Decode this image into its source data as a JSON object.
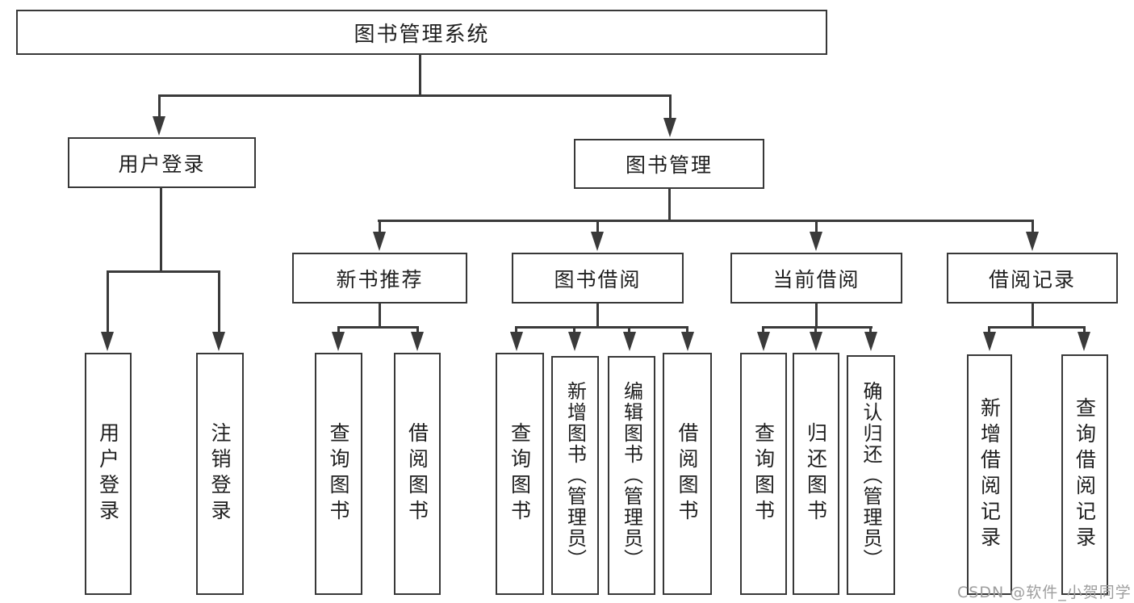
{
  "tree": {
    "root": {
      "label": "图书管理系统"
    },
    "children": [
      {
        "label": "用户登录",
        "children": [
          {
            "label": "用户登录"
          },
          {
            "label": "注销登录"
          }
        ]
      },
      {
        "label": "图书管理",
        "children": [
          {
            "label": "新书推荐",
            "children": [
              {
                "label": "查询图书"
              },
              {
                "label": "借阅图书"
              }
            ]
          },
          {
            "label": "图书借阅",
            "children": [
              {
                "label": "查询图书"
              },
              {
                "label": "新增图书（管理员）"
              },
              {
                "label": "编辑图书（管理员）"
              },
              {
                "label": "借阅图书"
              }
            ]
          },
          {
            "label": "当前借阅",
            "children": [
              {
                "label": "查询图书"
              },
              {
                "label": "归还图书"
              },
              {
                "label": "确认归还（管理员）"
              }
            ]
          },
          {
            "label": "借阅记录",
            "children": [
              {
                "label": "新增借阅记录"
              },
              {
                "label": "查询借阅记录"
              }
            ]
          }
        ]
      }
    ]
  },
  "watermark": {
    "text": "CSDN @软件_小贺同学"
  },
  "colors": {
    "line": "#3a3a3a",
    "box_border": "#383838",
    "text": "#1f1f1f",
    "background": "#ffffff",
    "watermark": "#9e9e9e"
  }
}
